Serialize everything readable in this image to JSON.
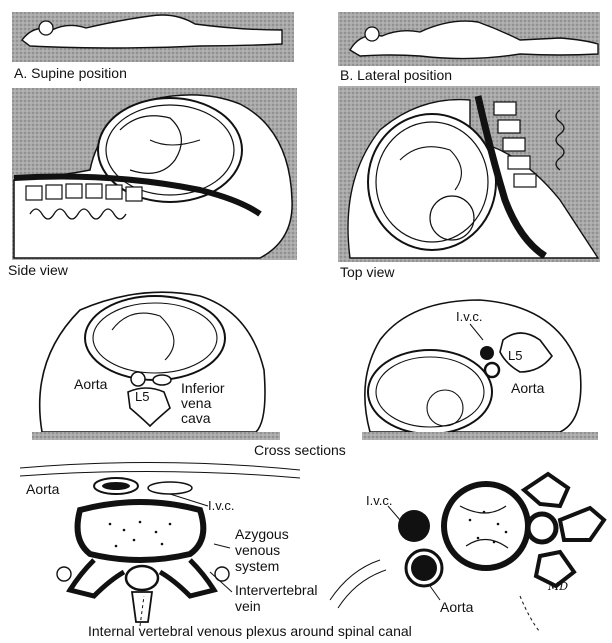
{
  "labels": {
    "supine_position": "A. Supine position",
    "lateral_position": "B. Lateral position",
    "side_view": "Side view",
    "top_view": "Top view",
    "cross_sections": "Cross sections",
    "l5_left": "L5",
    "l5_right": "L5",
    "aorta_cross_left": "Aorta",
    "inferior_vena_cava_line1": "Inferior",
    "inferior_vena_cava_line2": "vena",
    "inferior_vena_cava_line3": "cava",
    "ivc_cross_right": "I.v.c.",
    "aorta_cross_right": "Aorta",
    "aorta_detail_left": "Aorta",
    "ivc_detail_left": "I.v.c.",
    "azygous_line1": "Azygous",
    "azygous_line2": "venous",
    "azygous_line3": "system",
    "intervertebral_line1": "Intervertebral",
    "intervertebral_line2": "vein",
    "ivc_detail_right": "I.v.c.",
    "aorta_detail_right": "Aorta",
    "signature": "MD",
    "bottom_caption": "Internal vertebral venous plexus around spinal canal"
  }
}
